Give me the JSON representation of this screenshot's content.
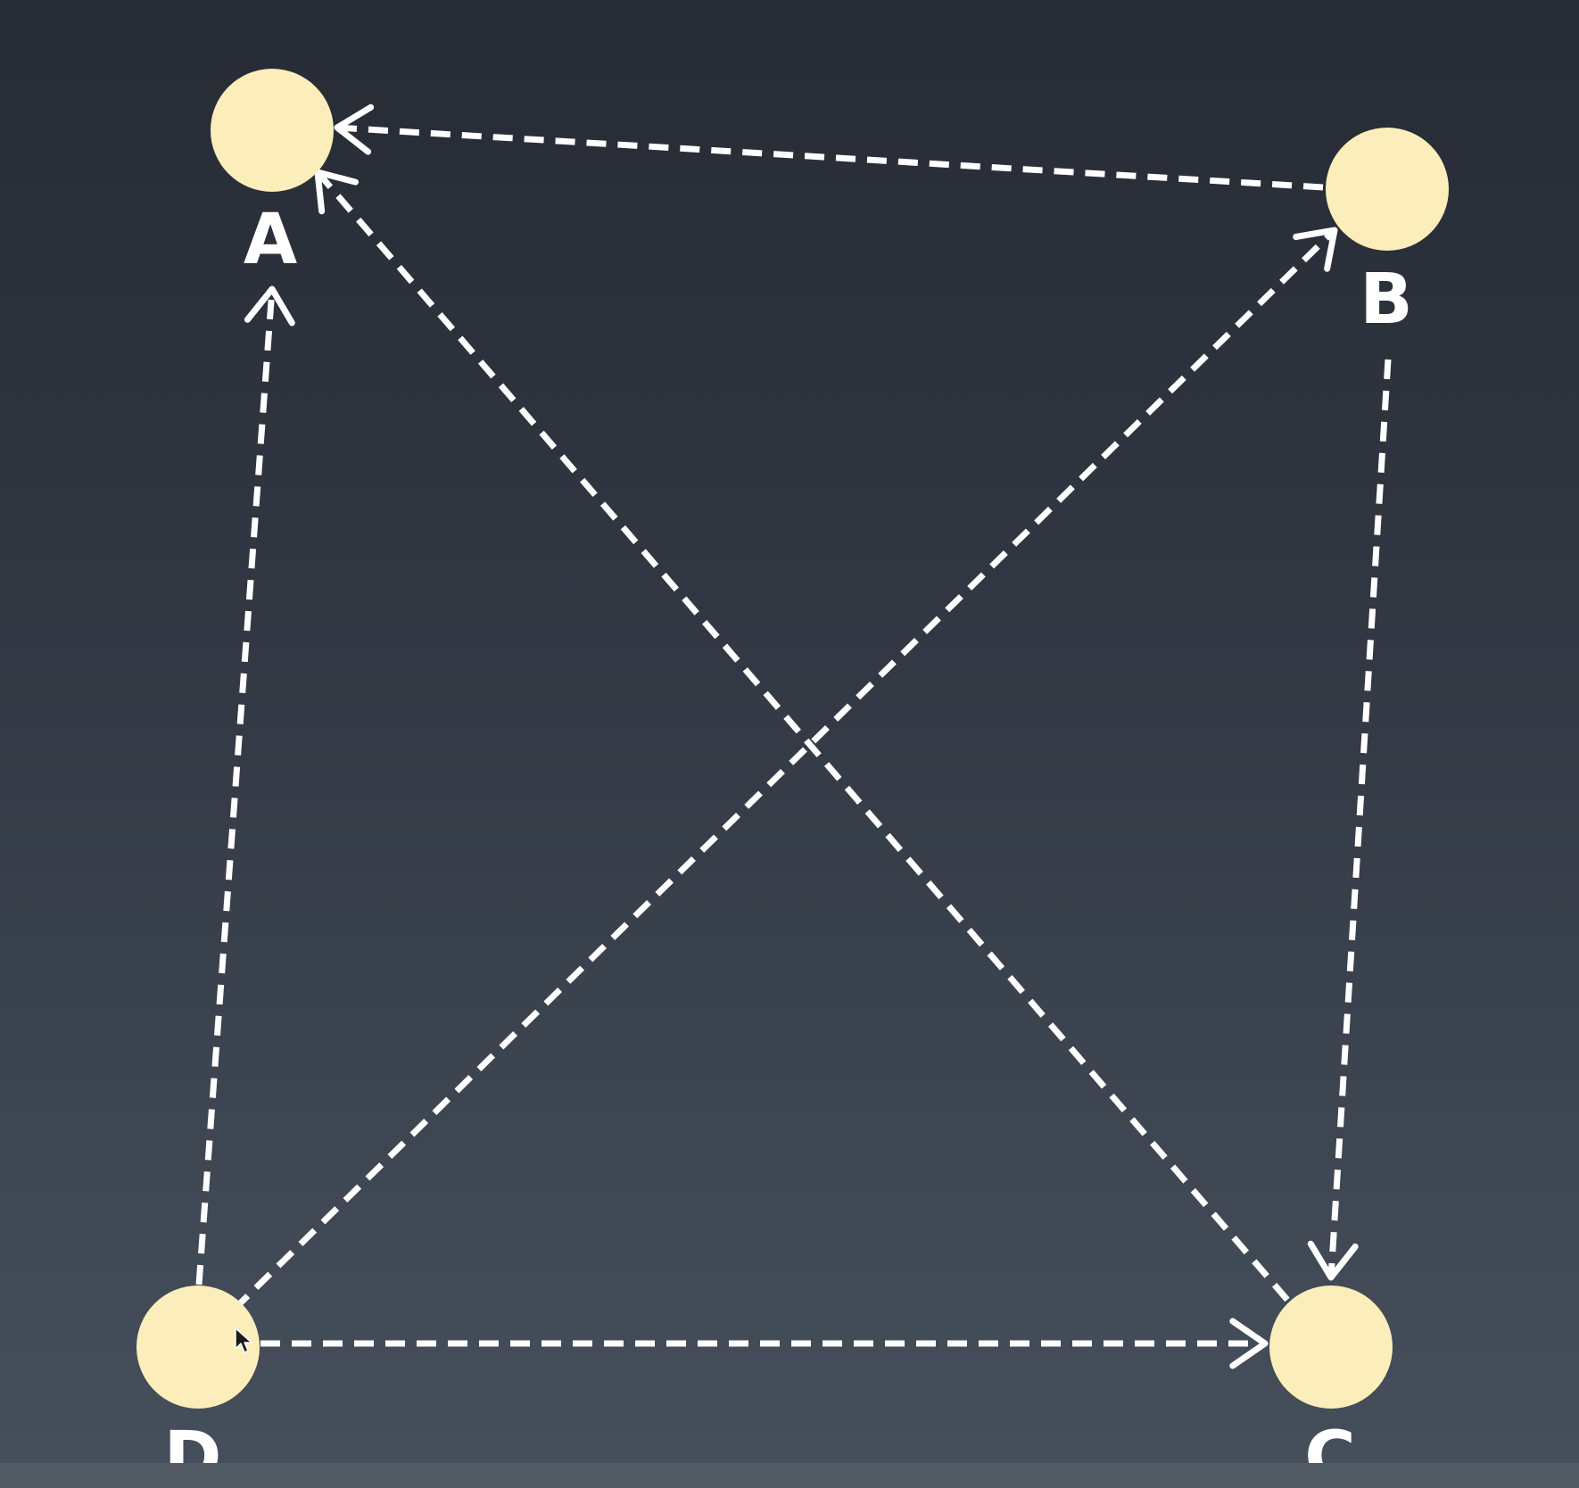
{
  "diagram": {
    "colors": {
      "node_fill": "#fbeebb",
      "edge_stroke": "#ffffff",
      "label_color": "#ffffff"
    },
    "nodes": [
      {
        "id": "A",
        "label": "A"
      },
      {
        "id": "B",
        "label": "B"
      },
      {
        "id": "C",
        "label": "C"
      },
      {
        "id": "D",
        "label": "D"
      }
    ],
    "edges": [
      {
        "from": "B",
        "to": "A",
        "style": "dashed"
      },
      {
        "from": "C",
        "to": "A",
        "style": "dashed"
      },
      {
        "from": "D",
        "to": "A",
        "style": "dashed"
      },
      {
        "from": "D",
        "to": "B",
        "style": "dashed"
      },
      {
        "from": "B",
        "to": "C",
        "style": "dashed"
      },
      {
        "from": "D",
        "to": "C",
        "style": "dashed"
      }
    ]
  },
  "cursor": {
    "icon": "mouse-pointer-icon"
  }
}
